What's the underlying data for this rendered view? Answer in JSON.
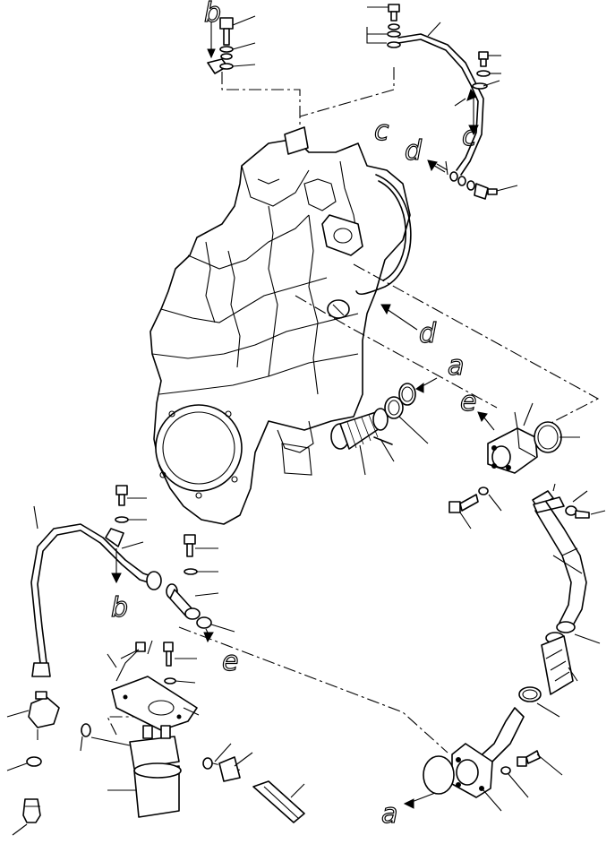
{
  "diagram": {
    "refs": {
      "a": "a",
      "b": "b",
      "c": "c",
      "d": "d",
      "e": "e"
    }
  }
}
